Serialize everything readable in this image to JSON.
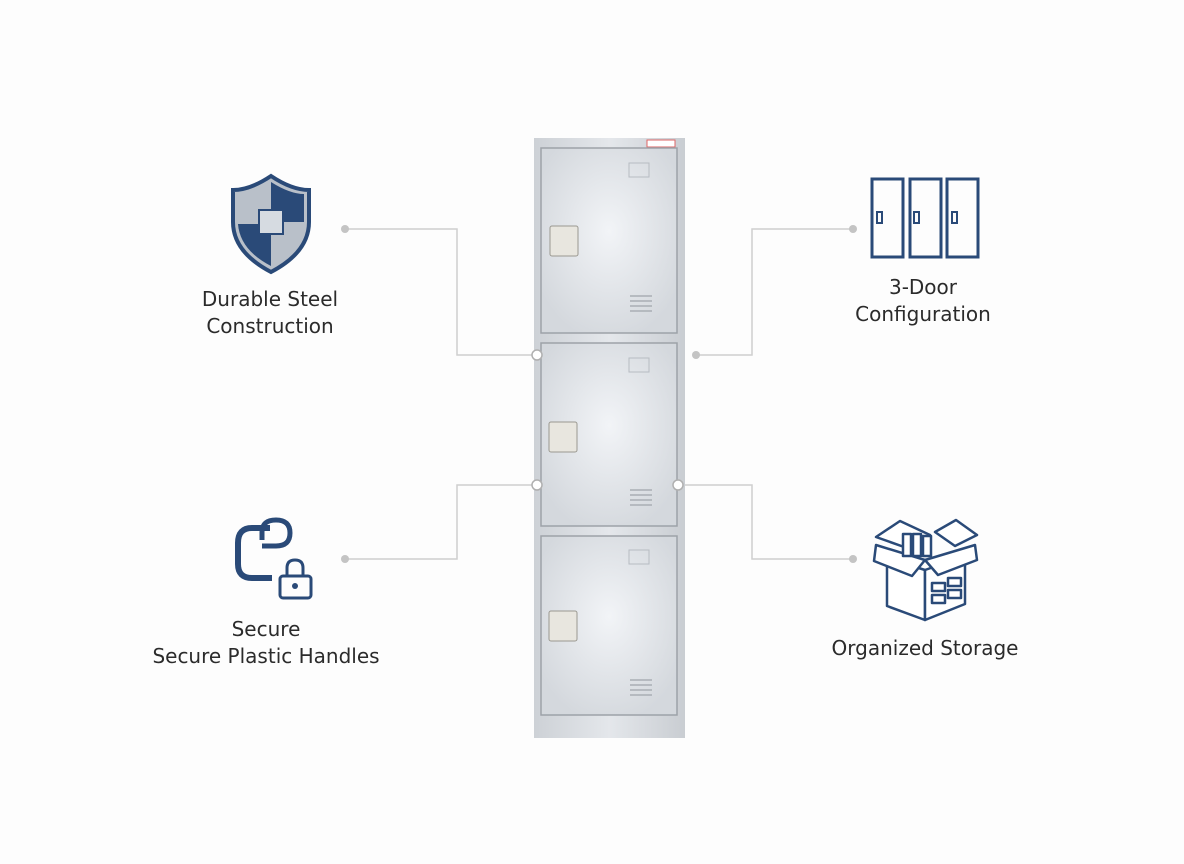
{
  "colors": {
    "icon": "#2a4a78",
    "connector": "#c8c8c8",
    "locker": "#d7dbe0"
  },
  "features": [
    {
      "icon": "shield-icon",
      "line1": "Durable Steel",
      "line2": "Construction"
    },
    {
      "icon": "three-doors-icon",
      "line1": "3-Door",
      "line2": "Configuration"
    },
    {
      "icon": "handle-lock-icon",
      "line1": "Secure",
      "line2": "Secure Plastic Handles"
    },
    {
      "icon": "storage-box-icon",
      "line1": "Organized Storage"
    }
  ],
  "locker": {
    "doors": 3
  }
}
